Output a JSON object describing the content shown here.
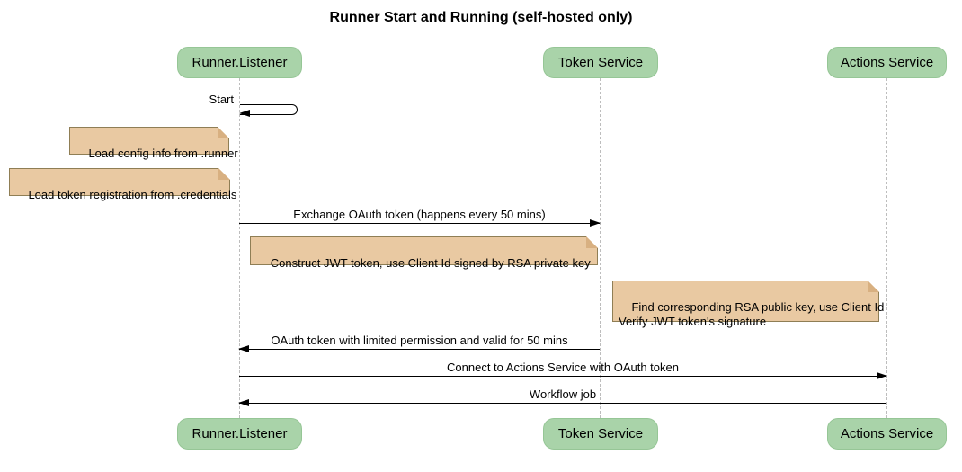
{
  "title": "Runner Start and Running (self-hosted only)",
  "diagram_type": "sequence",
  "colors": {
    "background": "#FFFFFF",
    "participant_fill": "#A9D3A9",
    "participant_border": "#96C696",
    "note_fill": "#E9C9A2",
    "note_border": "#8F7E55",
    "note_fold": "#D8B081",
    "lifeline": "#BDBDBD",
    "arrow": "#000000"
  },
  "participants": [
    {
      "id": "runner-listener",
      "label": "Runner.Listener"
    },
    {
      "id": "token-service",
      "label": "Token Service"
    },
    {
      "id": "actions-service",
      "label": "Actions Service"
    }
  ],
  "messages": [
    {
      "label": "Start",
      "from": "Runner.Listener",
      "to": "Runner.Listener",
      "kind": "self"
    },
    {
      "label": "Exchange OAuth token (happens every 50 mins)",
      "from": "Runner.Listener",
      "to": "Token Service",
      "kind": "solid"
    },
    {
      "label": "OAuth token with limited permission and valid for 50 mins",
      "from": "Token Service",
      "to": "Runner.Listener",
      "kind": "solid"
    },
    {
      "label": "Connect to Actions Service with OAuth token",
      "from": "Runner.Listener",
      "to": "Actions Service",
      "kind": "solid"
    },
    {
      "label": "Workflow job",
      "from": "Actions Service",
      "to": "Runner.Listener",
      "kind": "solid"
    }
  ],
  "notes": [
    {
      "text": "Load config info from .runner",
      "position": "left of Runner.Listener"
    },
    {
      "text": "Load token registration from .credentials",
      "position": "left of Runner.Listener"
    },
    {
      "text": "Construct JWT token, use Client Id signed by RSA private key",
      "position": "between Runner.Listener and Token Service"
    },
    {
      "text": "Find corresponding RSA public key, use Client Id\nVerify JWT token's signature",
      "position": "left of Actions Service"
    }
  ]
}
